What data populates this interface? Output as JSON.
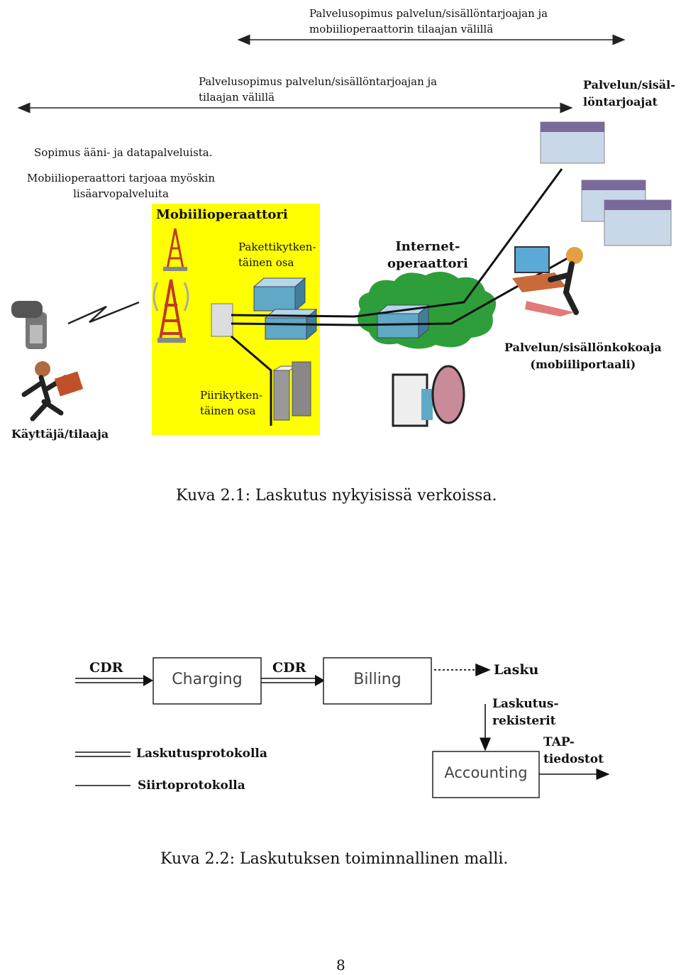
{
  "figure1": {
    "operator_contract": "Palvelusopimus palvelun/sisällöntarjoajan ja\nmobiilioperaattorin tilaajan välillä",
    "subscriber_contract": "Palvelusopimus palvelun/sisällöntarjoajan ja\ntilaajan välillä",
    "content_providers": "Palvelun/sisäl-\nlöntarjoajat",
    "voice_data_contract": "Sopimus ääni- ja datapalveluista.",
    "value_added": "Mobiilioperaattori tarjoaa myöskin\nlisäarvopalveluita",
    "mobile_operator": "Mobiilioperaattori",
    "packet_switched": "Pakettikytken-\ntäinen osa",
    "internet_operator": "Internet-\noperaattori",
    "aggregator": "Palvelun/sisällönkokoaja\n(mobiiliportaali)",
    "circuit_switched": "Piirikytken-\ntäinen osa",
    "user": "Käyttäjä/tilaaja",
    "caption": "Kuva 2.1: Laskutus nykyisissä verkoissa."
  },
  "figure2": {
    "cdr_in": "CDR",
    "charging": "Charging",
    "cdr_mid": "CDR",
    "billing": "Billing",
    "lasku": "Lasku",
    "registers": "Laskutus-\nrekisterit",
    "accounting": "Accounting",
    "tap": "TAP-\ntiedostot",
    "legend_billing_protocol": "Laskutusprotokolla",
    "legend_transfer_protocol": "Siirtoprotokolla",
    "caption": "Kuva 2.2: Laskutuksen toiminnallinen malli."
  },
  "page_number": "8",
  "colors": {
    "operator_yellow": "#ffff00",
    "cloud_green": "#2e9e3a",
    "device_blue": "#5fa8c6"
  }
}
